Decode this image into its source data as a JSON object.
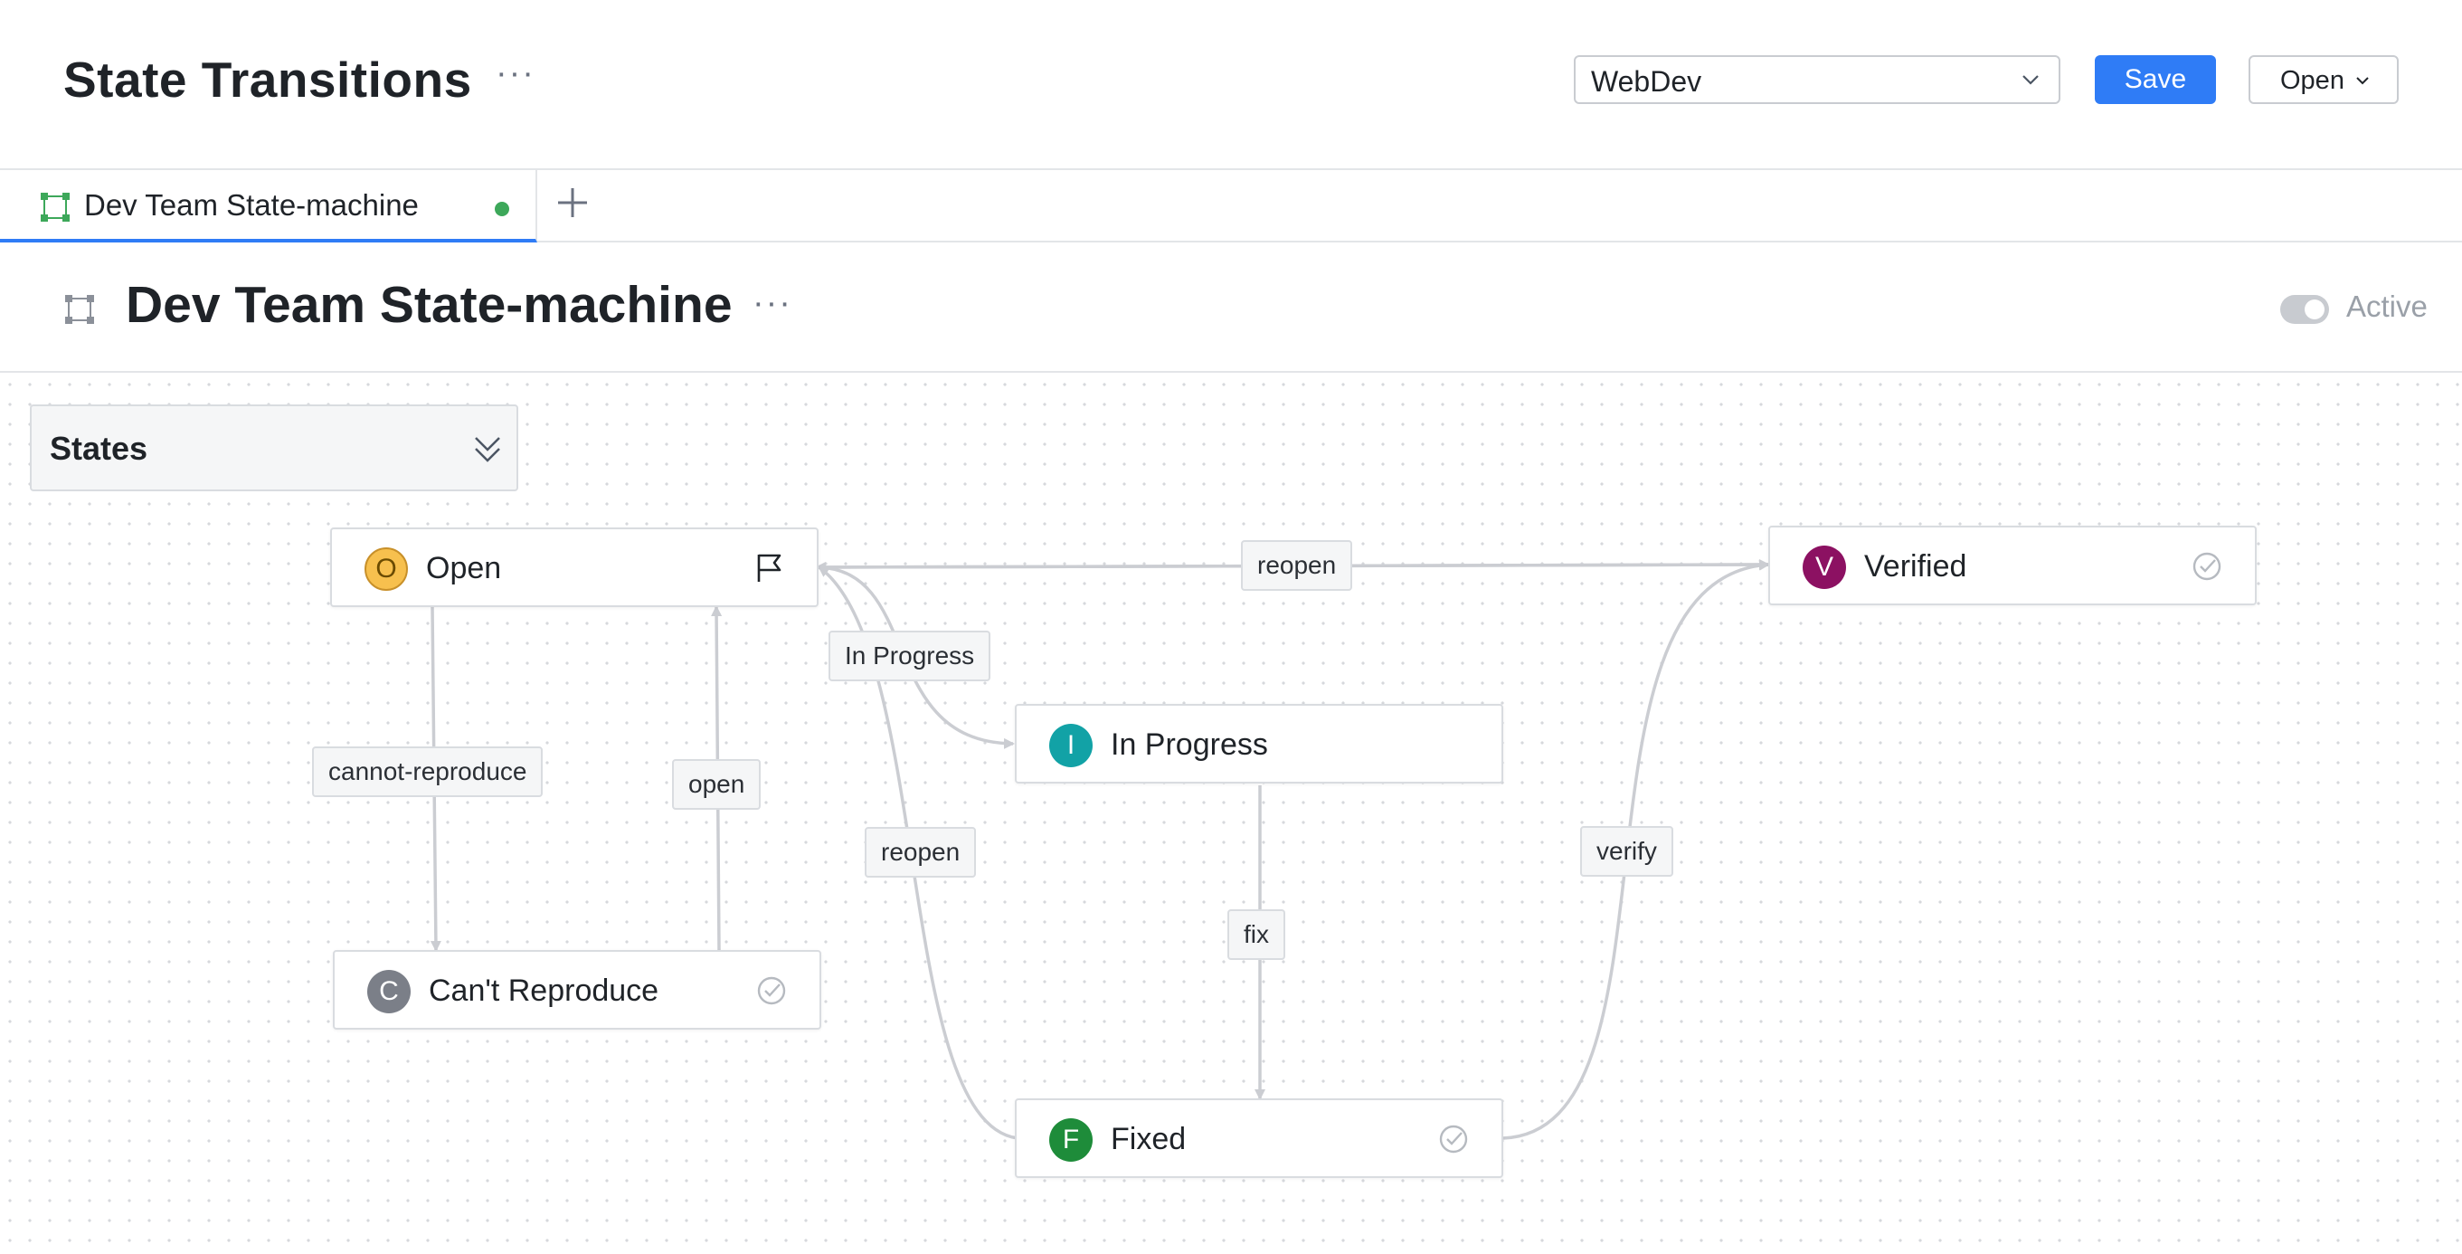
{
  "header": {
    "title": "State Transitions",
    "more": "···",
    "project_select": {
      "value": "WebDev"
    },
    "save_label": "Save",
    "open_label": "Open"
  },
  "tabs": [
    {
      "label": "Dev Team State-machine",
      "active": true,
      "unsaved_dot_color": "#3da85a"
    }
  ],
  "document": {
    "title": "Dev Team State-machine",
    "more": "···",
    "active_label": "Active",
    "active": true
  },
  "states_panel": {
    "label": "States"
  },
  "states": [
    {
      "id": "open",
      "letter": "O",
      "name": "Open",
      "color": "#f7c04e",
      "trailing_icon": "flag-icon"
    },
    {
      "id": "verified",
      "letter": "V",
      "name": "Verified",
      "color": "#8c1162",
      "trailing_icon": "check-circle-icon"
    },
    {
      "id": "in-progress",
      "letter": "I",
      "name": "In Progress",
      "color": "#12a2a6",
      "trailing_icon": ""
    },
    {
      "id": "cant-reproduce",
      "letter": "C",
      "name": "Can't Reproduce",
      "color": "#7b7f88",
      "trailing_icon": "check-circle-icon"
    },
    {
      "id": "fixed",
      "letter": "F",
      "name": "Fixed",
      "color": "#1e8c3a",
      "trailing_icon": "check-circle-icon"
    }
  ],
  "transitions": [
    {
      "id": "verified-open",
      "label": "reopen"
    },
    {
      "id": "open-inprogress",
      "label": "In Progress"
    },
    {
      "id": "open-cantrepro",
      "label": "cannot-reproduce"
    },
    {
      "id": "cantrepro-open",
      "label": "open"
    },
    {
      "id": "fixed-open",
      "label": "reopen"
    },
    {
      "id": "inprogress-fixed",
      "label": "fix"
    },
    {
      "id": "fixed-verified",
      "label": "verify"
    }
  ],
  "colors": {
    "accent": "#2f7cf6",
    "edge": "#cbcdd2"
  }
}
